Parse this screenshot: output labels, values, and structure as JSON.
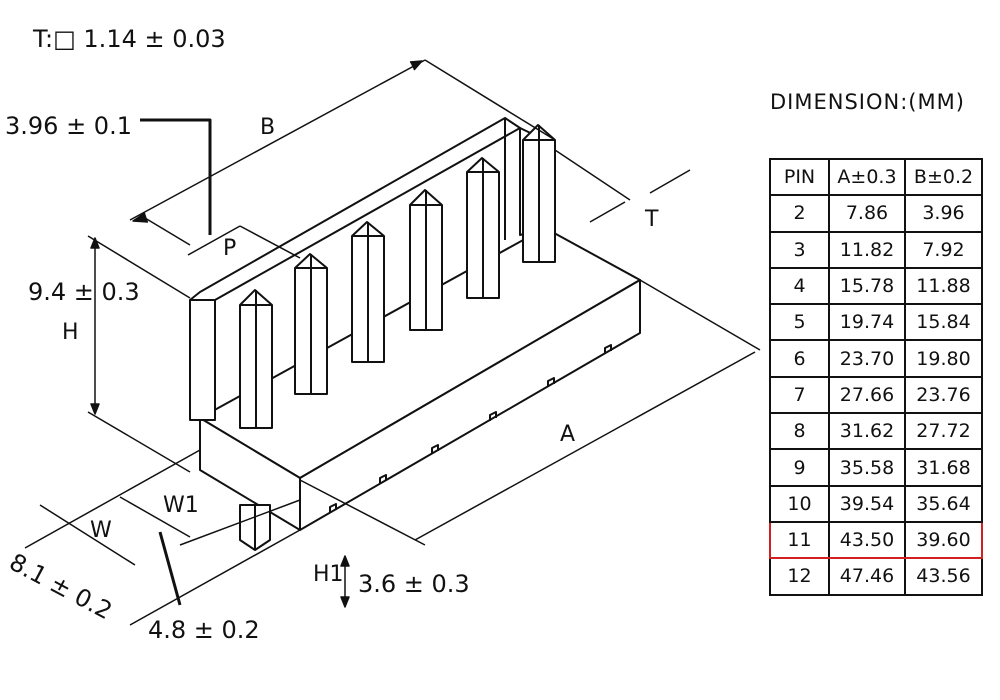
{
  "thickness_label": "T:□ 1.14 ± 0.03",
  "title": "DIMENSION:(MM)",
  "labels": {
    "b": "B",
    "p": "P",
    "t": "T",
    "h": "H",
    "a": "A",
    "w": "W",
    "w1": "W1",
    "h1": "H1",
    "pitch_tol": "3.96 ± 0.1",
    "height_tol": "9.4 ± 0.3",
    "width_tol": "8.1 ± 0.2",
    "w1_tol": "4.8 ± 0.2",
    "h1_tol": "3.6 ± 0.3"
  },
  "table": {
    "headers": [
      "PIN",
      "A±0.3",
      "B±0.2"
    ],
    "rows": [
      [
        "2",
        "7.86",
        "3.96"
      ],
      [
        "3",
        "11.82",
        "7.92"
      ],
      [
        "4",
        "15.78",
        "11.88"
      ],
      [
        "5",
        "19.74",
        "15.84"
      ],
      [
        "6",
        "23.70",
        "19.80"
      ],
      [
        "7",
        "27.66",
        "23.76"
      ],
      [
        "8",
        "31.62",
        "27.72"
      ],
      [
        "9",
        "35.58",
        "31.68"
      ],
      [
        "10",
        "39.54",
        "35.64"
      ],
      [
        "11",
        "43.50",
        "39.60"
      ],
      [
        "12",
        "47.46",
        "43.56"
      ]
    ],
    "highlighted_pin": "11",
    "highlight_color": "#d21f1f"
  }
}
